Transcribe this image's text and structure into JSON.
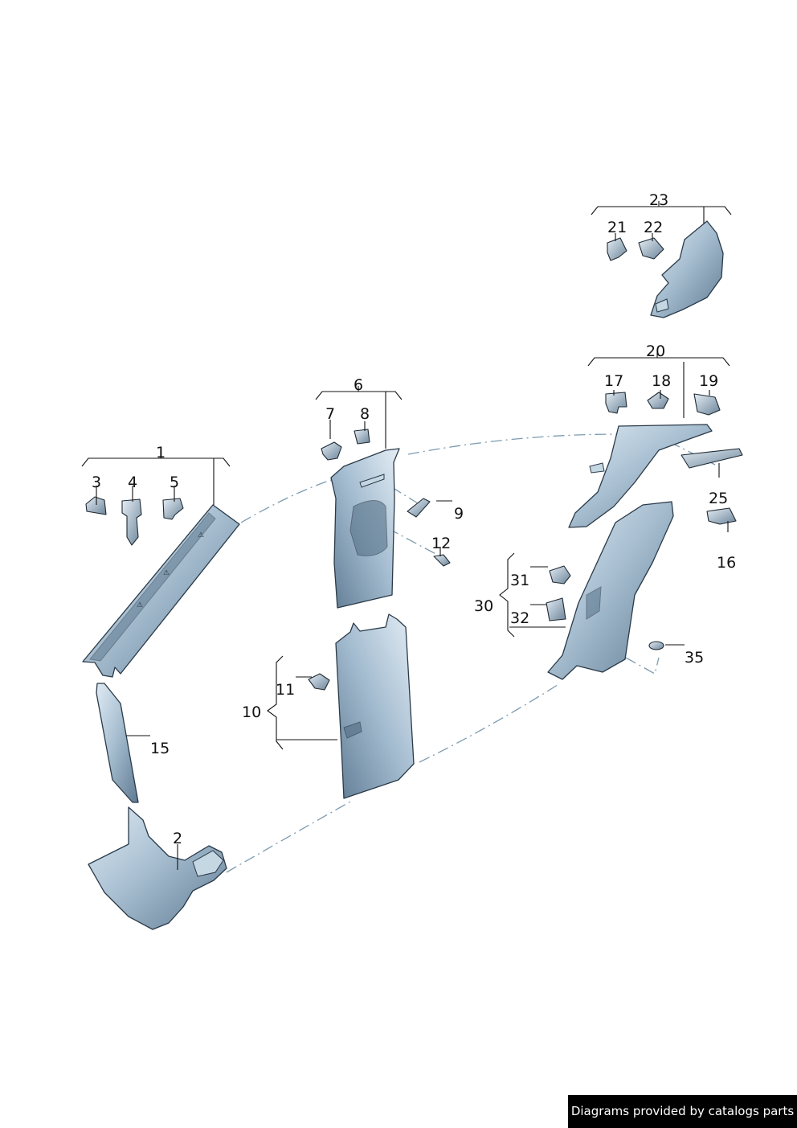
{
  "labels": {
    "l1": "1",
    "l2": "2",
    "l3": "3",
    "l4": "4",
    "l5": "5",
    "l6": "6",
    "l7": "7",
    "l8": "8",
    "l9": "9",
    "l10": "10",
    "l11": "11",
    "l12": "12",
    "l15": "15",
    "l16": "16",
    "l17": "17",
    "l18": "18",
    "l19": "19",
    "l20": "20",
    "l21": "21",
    "l22": "22",
    "l23": "23",
    "l25": "25",
    "l30": "30",
    "l31": "31",
    "l32": "32",
    "l35": "35"
  },
  "footer": {
    "text": "Diagrams provided by catalogs parts",
    "background": "#000000",
    "color": "#ffffff"
  },
  "colors": {
    "part_light": "#d9e6f0",
    "part_mid": "#9bb4c8",
    "part_dark": "#5d7890",
    "dash_line": "#7c9bb0"
  }
}
